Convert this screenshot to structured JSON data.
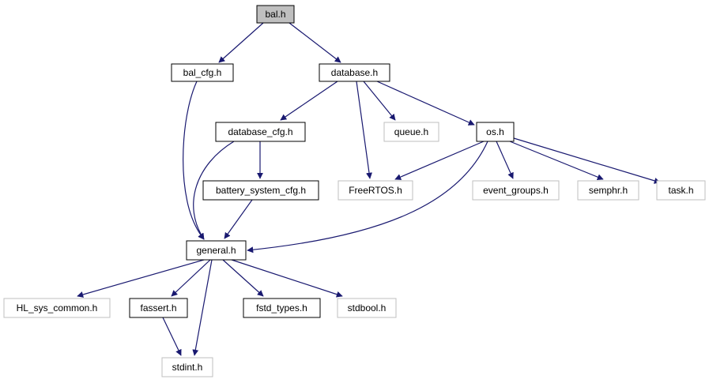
{
  "graph": {
    "nodes": [
      {
        "id": "bal_h",
        "label": "bal.h",
        "style": "root"
      },
      {
        "id": "bal_cfg_h",
        "label": "bal_cfg.h",
        "style": "local"
      },
      {
        "id": "database_h",
        "label": "database.h",
        "style": "local"
      },
      {
        "id": "database_cfg_h",
        "label": "database_cfg.h",
        "style": "local"
      },
      {
        "id": "queue_h",
        "label": "queue.h",
        "style": "external"
      },
      {
        "id": "os_h",
        "label": "os.h",
        "style": "local"
      },
      {
        "id": "battery_system_cfg_h",
        "label": "battery_system_cfg.h",
        "style": "local"
      },
      {
        "id": "freertos_h",
        "label": "FreeRTOS.h",
        "style": "external"
      },
      {
        "id": "event_groups_h",
        "label": "event_groups.h",
        "style": "external"
      },
      {
        "id": "semphr_h",
        "label": "semphr.h",
        "style": "external"
      },
      {
        "id": "task_h",
        "label": "task.h",
        "style": "external"
      },
      {
        "id": "general_h",
        "label": "general.h",
        "style": "local"
      },
      {
        "id": "hl_sys_common_h",
        "label": "HL_sys_common.h",
        "style": "external"
      },
      {
        "id": "fassert_h",
        "label": "fassert.h",
        "style": "local"
      },
      {
        "id": "fstd_types_h",
        "label": "fstd_types.h",
        "style": "local"
      },
      {
        "id": "stdbool_h",
        "label": "stdbool.h",
        "style": "external"
      },
      {
        "id": "stdint_h",
        "label": "stdint.h",
        "style": "external"
      }
    ],
    "edges": [
      {
        "from": "bal_h",
        "to": "bal_cfg_h"
      },
      {
        "from": "bal_h",
        "to": "database_h"
      },
      {
        "from": "bal_cfg_h",
        "to": "general_h"
      },
      {
        "from": "database_h",
        "to": "database_cfg_h"
      },
      {
        "from": "database_h",
        "to": "freertos_h"
      },
      {
        "from": "database_h",
        "to": "queue_h"
      },
      {
        "from": "database_h",
        "to": "os_h"
      },
      {
        "from": "database_cfg_h",
        "to": "battery_system_cfg_h"
      },
      {
        "from": "database_cfg_h",
        "to": "general_h"
      },
      {
        "from": "battery_system_cfg_h",
        "to": "general_h"
      },
      {
        "from": "os_h",
        "to": "freertos_h"
      },
      {
        "from": "os_h",
        "to": "event_groups_h"
      },
      {
        "from": "os_h",
        "to": "semphr_h"
      },
      {
        "from": "os_h",
        "to": "task_h"
      },
      {
        "from": "os_h",
        "to": "general_h"
      },
      {
        "from": "general_h",
        "to": "hl_sys_common_h"
      },
      {
        "from": "general_h",
        "to": "fassert_h"
      },
      {
        "from": "general_h",
        "to": "stdint_h"
      },
      {
        "from": "general_h",
        "to": "fstd_types_h"
      },
      {
        "from": "general_h",
        "to": "stdbool_h"
      },
      {
        "from": "fassert_h",
        "to": "stdint_h"
      }
    ],
    "colors": {
      "edge": "#191970",
      "root_fill": "#bfbfbf",
      "local_border": "#000000",
      "external_border": "#bfbfbf",
      "text": "#000000"
    }
  }
}
